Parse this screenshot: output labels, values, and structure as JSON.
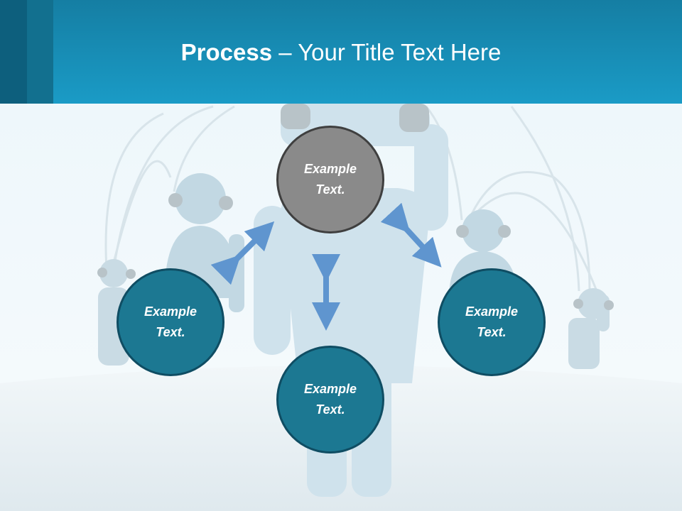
{
  "slide": {
    "title_bold": "Process",
    "title_rest": " – Your Title Text Here"
  },
  "diagram": {
    "nodes": [
      {
        "id": "top",
        "line1": "Example",
        "line2": "Text.",
        "color": "#8a8a8a"
      },
      {
        "id": "left",
        "line1": "Example",
        "line2": "Text.",
        "color": "#1c7892"
      },
      {
        "id": "right",
        "line1": "Example",
        "line2": "Text.",
        "color": "#1c7892"
      },
      {
        "id": "bottom",
        "line1": "Example",
        "line2": "Text.",
        "color": "#1c7892"
      }
    ],
    "arrow_color": "#5f95cf"
  },
  "colors": {
    "header": "#1a9bc6",
    "header_dark": "#0d5f7d"
  }
}
